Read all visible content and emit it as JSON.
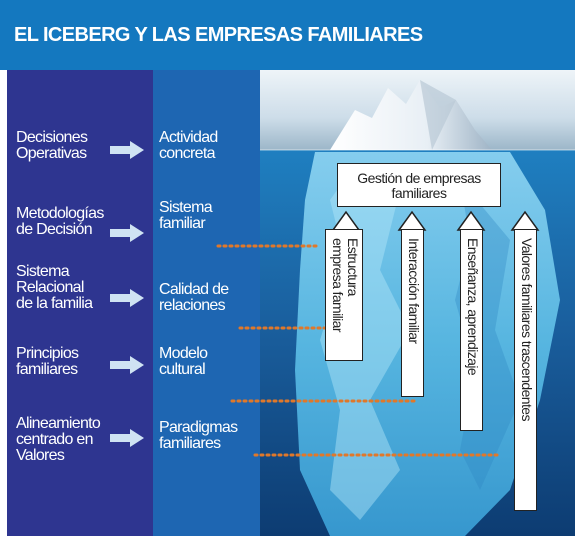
{
  "title": "EL ICEBERG Y LAS EMPRESAS FAMILIARES",
  "left_labels": [
    [
      "Decisiones",
      "Operativas"
    ],
    [
      "Metodologías",
      "de Decisión"
    ],
    [
      "Sistema",
      "Relacional",
      "de la familia"
    ],
    [
      "Principios",
      "familiares"
    ],
    [
      "Alineamiento",
      "centrado en",
      "Valores"
    ]
  ],
  "mid_labels": [
    [
      "Actividad",
      "concreta"
    ],
    [
      "Sistema",
      "familiar"
    ],
    [
      "Calidad de",
      "relaciones"
    ],
    [
      "Modelo",
      "cultural"
    ],
    [
      "Paradigmas",
      "familiares"
    ]
  ],
  "gestion_box": [
    "Gestión de empresas",
    "familiares"
  ],
  "vertical_labels": [
    [
      "Estructura",
      "empresa familiar"
    ],
    [
      "Interacción familiar"
    ],
    [
      "Enseñanza, aprendizaje"
    ],
    [
      "Valores familiares trascendentes"
    ]
  ],
  "colors": {
    "header": "#1478bf",
    "left_column": "#2e3590",
    "mid_column": "#1e66b2",
    "dotted_lines": "#e0782a",
    "arrow_fill": "#cfe3f3"
  }
}
